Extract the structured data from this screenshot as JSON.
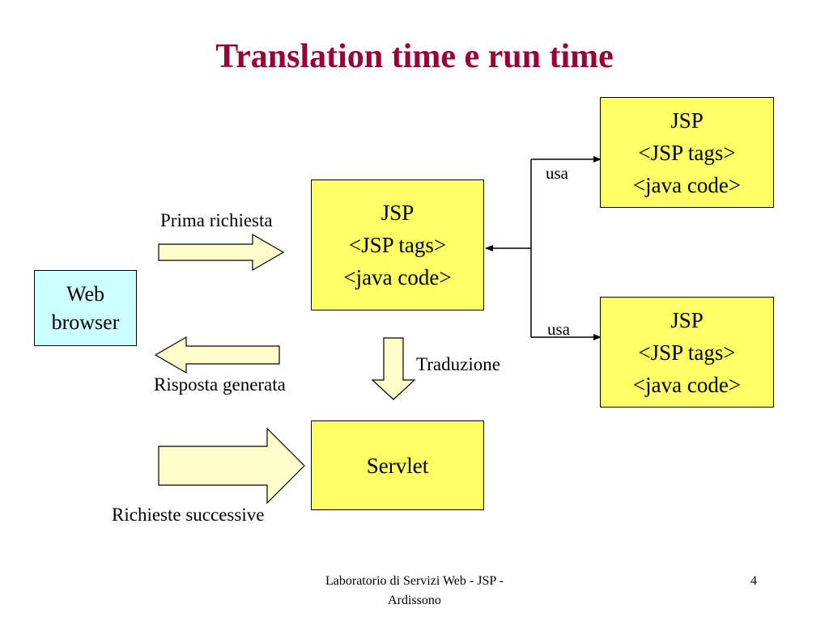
{
  "title": "Translation time e run time",
  "colors": {
    "title": "#990033",
    "jsp_fill": "#ffff66",
    "browser_fill": "#ccffff",
    "arrow_fill": "#ffffcc"
  },
  "nodes": {
    "web_browser": {
      "lines": [
        "Web",
        "browser"
      ]
    },
    "jsp_main": {
      "lines": [
        "JSP",
        "<JSP tags>",
        "<java code>"
      ]
    },
    "jsp_top": {
      "lines": [
        "JSP",
        "<JSP tags>",
        "<java code>"
      ]
    },
    "jsp_bottom": {
      "lines": [
        "JSP",
        "<JSP tags>",
        "<java code>"
      ]
    },
    "servlet": {
      "lines": [
        "Servlet"
      ]
    }
  },
  "labels": {
    "prima_richiesta": "Prima richiesta",
    "risposta_generata": "Risposta generata",
    "traduzione": "Traduzione",
    "richieste_successive": "Richieste successive",
    "usa_top": "usa",
    "usa_bottom": "usa"
  },
  "footer": {
    "lines": [
      "Laboratorio di Servizi Web - JSP -",
      "Ardissono"
    ],
    "page_number": "4"
  }
}
